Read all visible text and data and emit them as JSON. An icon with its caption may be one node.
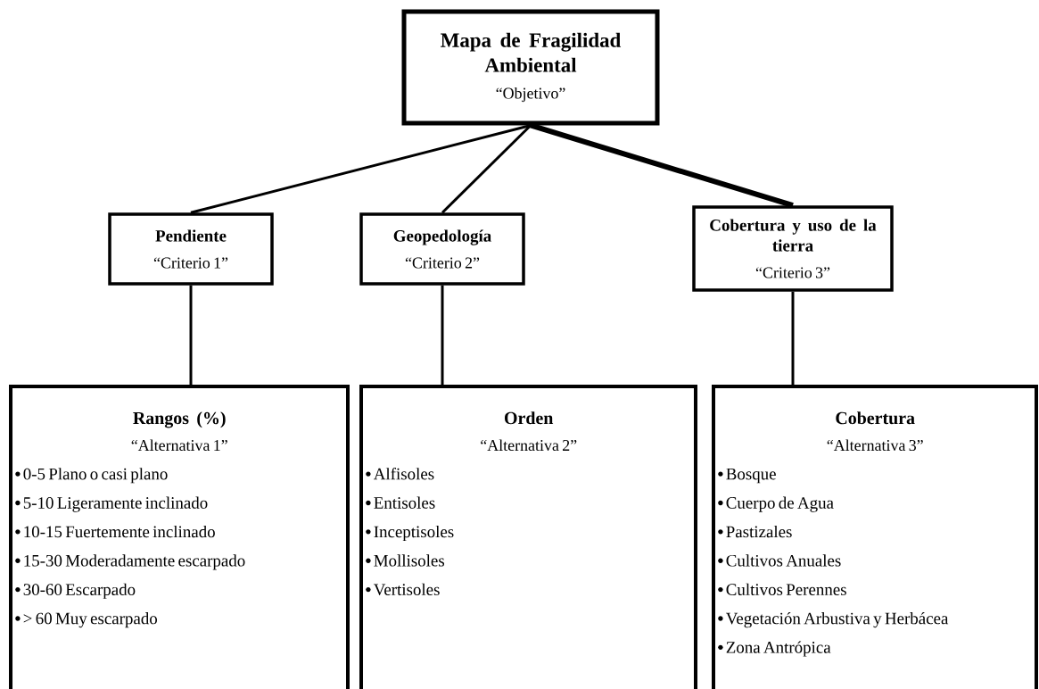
{
  "diagram": {
    "nodes": [
      {
        "text": [
          "Mapa de Fragilidad Ambiental",
          "“Objetivo”"
        ]
      },
      {
        "text": [
          "Pendiente",
          "“Criterio 1”"
        ]
      },
      {
        "text": [
          "Geopedología",
          "“Criterio 2”"
        ]
      },
      {
        "text": [
          "Cobertura y uso de la tierra",
          "“Criterio 3”"
        ]
      },
      {
        "text": [
          "Rangos (%)",
          "“Alternativa 1”",
          "0-5 Plano o casi plano",
          "5-10 Ligeramente inclinado",
          "10-15 Fuertemente inclinado",
          "15-30 Moderadamente escarpado",
          "30-60 Escarpado",
          "> 60 Muy escarpado"
        ]
      },
      {
        "text": [
          "Orden",
          "“Alternativa 2”",
          "Alfisoles",
          "Entisoles",
          "Inceptisoles",
          "Mollisoles",
          "Vertisoles"
        ]
      },
      {
        "text": [
          "Cobertura",
          "“Alternativa 3”",
          "Bosque",
          "Cuerpo de Agua",
          "Pastizales",
          "Cultivos Anuales",
          "Cultivos Perennes",
          "Vegetación Arbustiva y Herbácea",
          "Zona Antrópica"
        ]
      }
    ],
    "edges": [
      {
        "from": 0,
        "to": 1,
        "arrow": "none"
      },
      {
        "from": 0,
        "to": 2,
        "arrow": "none"
      },
      {
        "from": 0,
        "to": 3,
        "arrow": "none",
        "style": "thick"
      },
      {
        "from": 1,
        "to": 4,
        "arrow": "none"
      },
      {
        "from": 2,
        "to": 5,
        "arrow": "none"
      },
      {
        "from": 3,
        "to": 6,
        "arrow": "none"
      }
    ]
  }
}
